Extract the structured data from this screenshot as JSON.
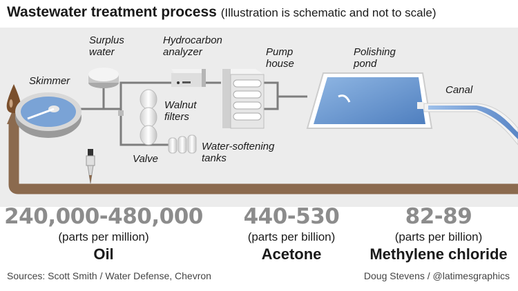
{
  "header": {
    "title": "Wastewater treatment process",
    "subtitle": "(Illustration is schematic and not to scale)"
  },
  "labels": {
    "skimmer": "Skimmer",
    "surplus_water": "Surplus\nwater",
    "hydrocarbon_analyzer": "Hydrocarbon\nanalyzer",
    "pump_house": "Pump\nhouse",
    "polishing_pond": "Polishing\npond",
    "canal": "Canal",
    "walnut_filters": "Walnut\nfilters",
    "valve": "Valve",
    "water_softening_tanks": "Water-softening\ntanks"
  },
  "stats": [
    {
      "range": "240,000-480,000",
      "unit": "(parts per million)",
      "name": "Oil"
    },
    {
      "range": "440-530",
      "unit": "(parts per billion)",
      "name": "Acetone"
    },
    {
      "range": "82-89",
      "unit": "(parts per billion)",
      "name": "Methylene chloride"
    }
  ],
  "footer": {
    "sources": "Sources: Scott Smith / Water Defense, Chevron",
    "credit": "Doug Stevens / @latimesgraphics"
  },
  "colors": {
    "oil_brown": "#8b6a4e",
    "water_blue": "#6f9bd1",
    "pipe_gray": "#7d7d7d",
    "range_gray": "#8c8c8c"
  }
}
